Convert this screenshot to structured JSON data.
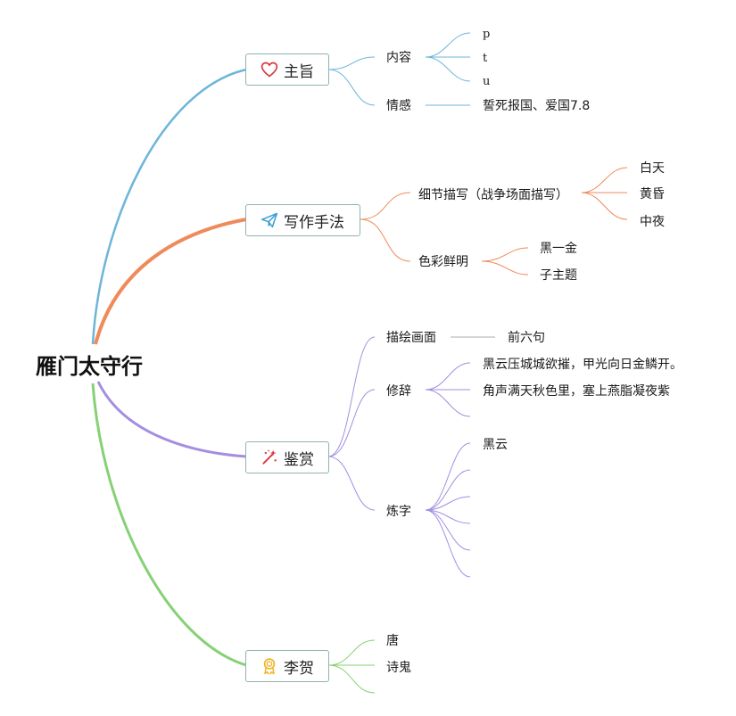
{
  "root": {
    "label": "雁门太守行"
  },
  "topics": {
    "theme": {
      "label": "主旨",
      "icon": "heart-icon",
      "children": {
        "content": {
          "label": "内容",
          "items": [
            "p",
            "t",
            "u"
          ]
        },
        "emotion": {
          "label": "情感",
          "item": "誓死报国、爱国7.8"
        }
      }
    },
    "technique": {
      "label": "写作手法",
      "icon": "paper-plane-icon",
      "children": {
        "detail": {
          "label": "细节描写（战争场面描写）",
          "items": [
            "白天",
            "黄昏",
            "中夜"
          ]
        },
        "color": {
          "label": "色彩鲜明",
          "items": [
            "黑一金",
            "子主题"
          ]
        }
      }
    },
    "appreciation": {
      "label": "鉴赏",
      "icon": "magic-wand-icon",
      "children": {
        "scene": {
          "label": "描绘画面",
          "item": "前六句"
        },
        "rhetoric": {
          "label": "修辞",
          "items": [
            "黑云压城城欲摧，甲光向日金鳞开。",
            "角声满天秋色里，塞上燕脂凝夜紫",
            ""
          ]
        },
        "wording": {
          "label": "炼字",
          "items": [
            "黑云",
            "",
            "",
            "",
            "",
            ""
          ]
        }
      }
    },
    "author": {
      "label": "李贺",
      "icon": "award-ribbon-icon",
      "items": [
        "唐",
        "诗鬼"
      ]
    }
  },
  "colors": {
    "theme_branch": "#6cb5d9",
    "technique_branch": "#ef8a5a",
    "appreciation_branch": "#a48ee0",
    "author_branch": "#86d175",
    "topic_border": "#8fb3ad",
    "heart_icon": "#d9363e",
    "plane_icon": "#3a9fd6",
    "wand_icon": "#d9363e",
    "ribbon_icon": "#f0b323"
  }
}
